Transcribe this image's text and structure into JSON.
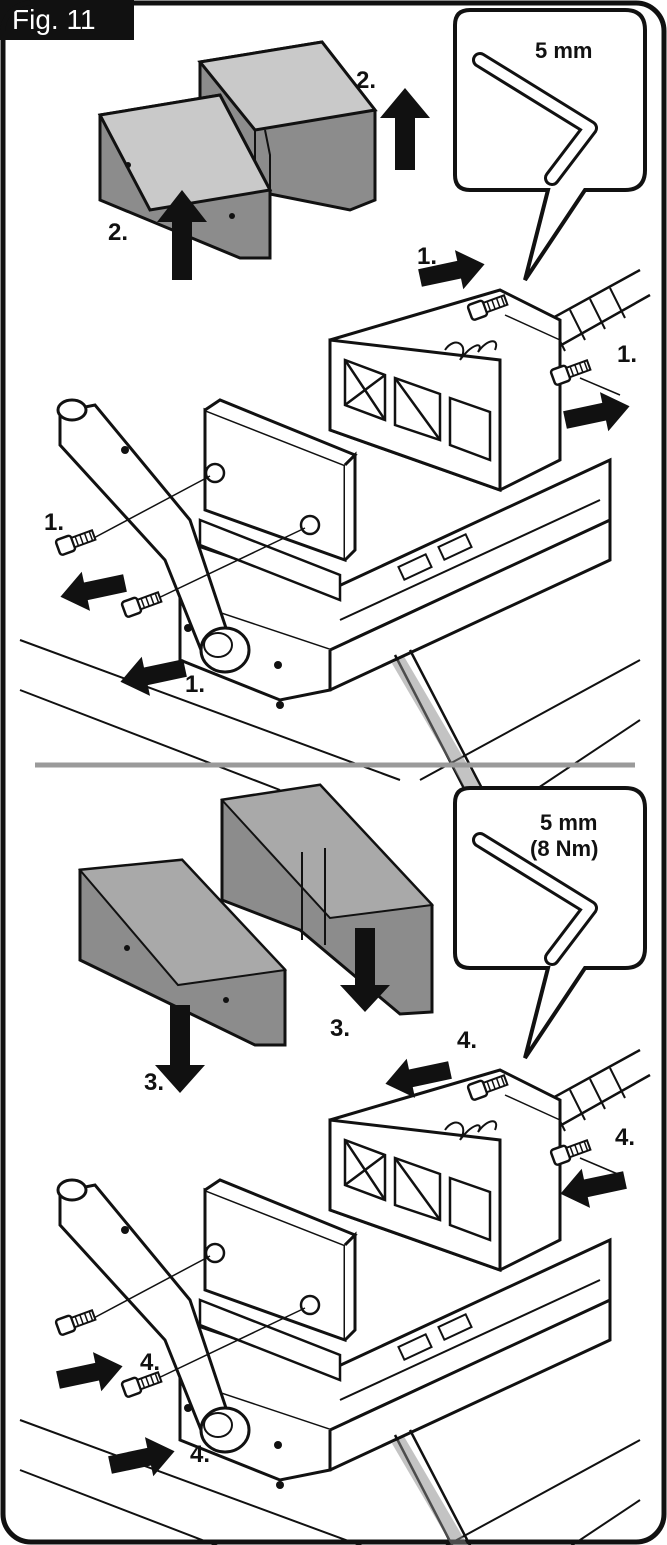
{
  "figure": {
    "label": "Fig. 11"
  },
  "top": {
    "callout": {
      "wrench_size": "5 mm"
    },
    "steps": {
      "a": "2.",
      "b": "2.",
      "c": "1.",
      "d": "1.",
      "e": "1.",
      "f": "1."
    }
  },
  "bottom": {
    "callout": {
      "wrench_size": "5 mm",
      "torque": "(8 Nm)"
    },
    "steps": {
      "a": "3.",
      "b": "3.",
      "c": "4.",
      "d": "4.",
      "e": "4.",
      "f": "4."
    }
  },
  "icons": [
    "hex-key-icon",
    "arrow-icon",
    "bolt-icon",
    "vise-icon",
    "jaw-plate-icon"
  ],
  "colors": {
    "ink": "#111111",
    "jaw_fill": "#8c8c8c",
    "jaw_fill_light": "#c9c9c9",
    "divider": "#9a9a9a"
  }
}
